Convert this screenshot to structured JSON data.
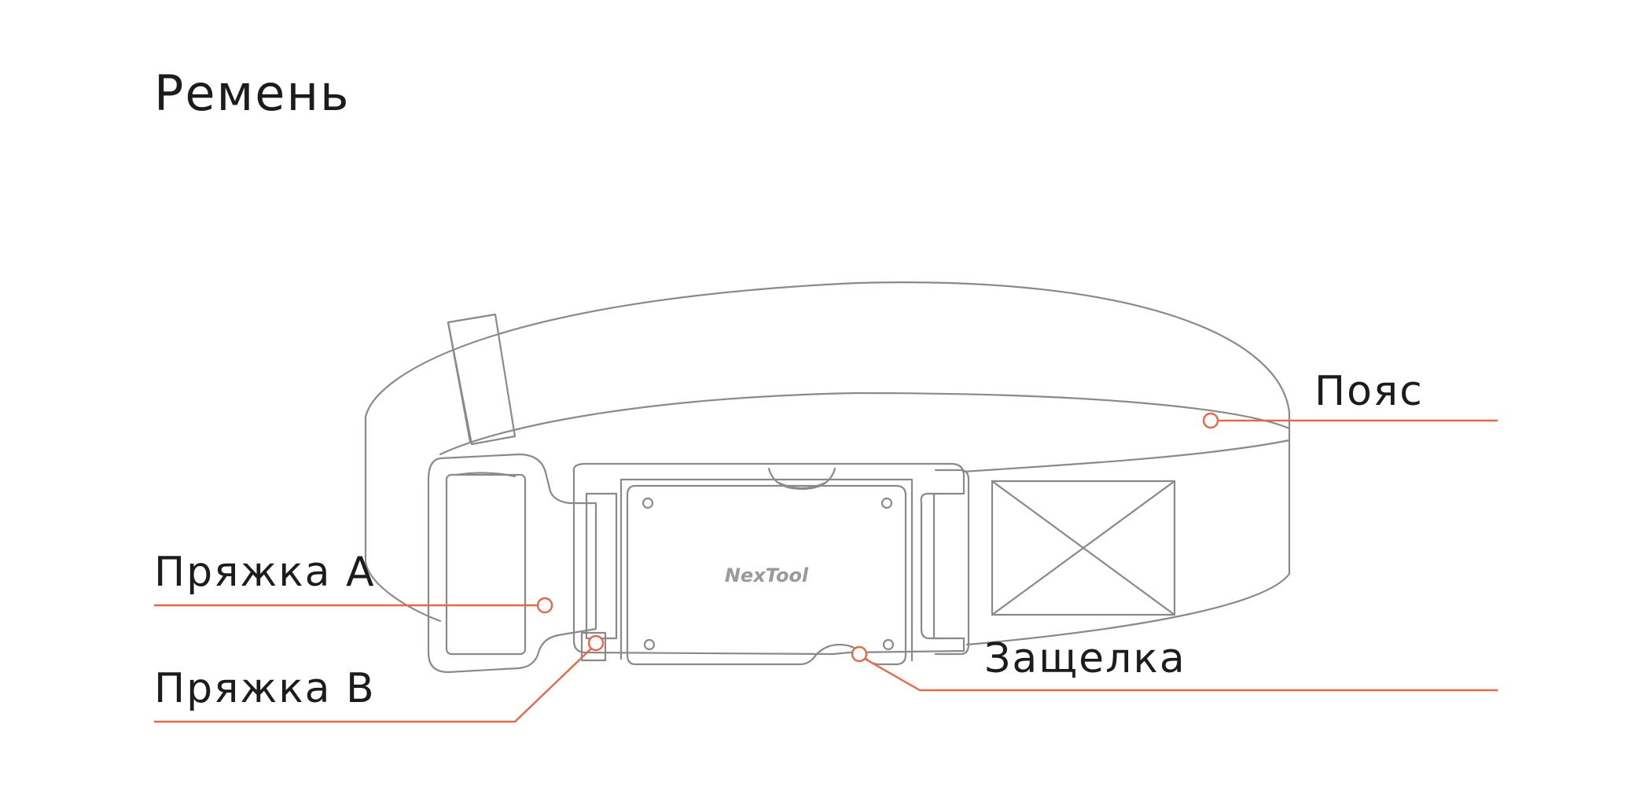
{
  "title": "Ремень",
  "brand": "NexTool",
  "labels": {
    "belt": "Пояс",
    "buckle_a": "Пряжка А",
    "buckle_b": "Пряжка В",
    "latch": "Защелка"
  },
  "colors": {
    "outline": "#8a8a8a",
    "callout": "#e06b4a",
    "text": "#1c1c1c"
  }
}
